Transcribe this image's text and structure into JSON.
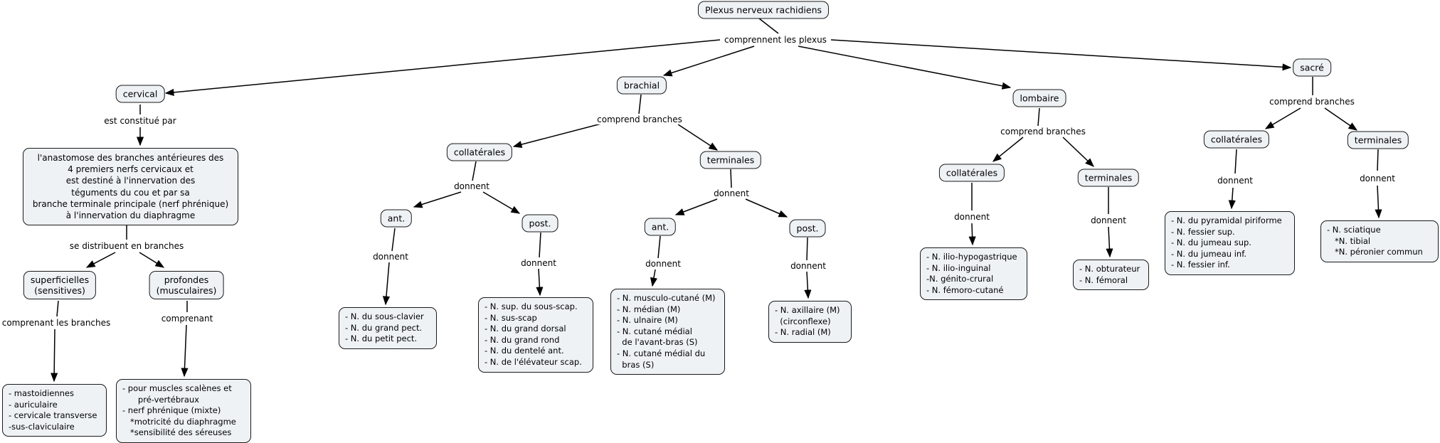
{
  "colors": {
    "node_fill": "#eef2f5",
    "node_border": "#1a1a1a",
    "line": "#000000",
    "background": "#ffffff"
  },
  "nodes": {
    "root": "Plexus nerveux rachidiens",
    "cervical": "cervical",
    "cervical_desc": "l'anastomose des branches antérieures des\n4 premiers nerfs cervicaux et\nest destiné à l'innervation des\ntéguments du cou et par sa\nbranche terminale principale (nerf phrénique)\nà l'innervation du diaphragme",
    "superficielles": "superficielles\n(sensitives)",
    "profondes": "profondes\n(musculaires)",
    "cerv_superf_leaf": "- mastoidiennes\n- auriculaire\n- cervicale transverse\n-sus-claviculaire",
    "cerv_prof_leaf": "- pour muscles scalènes et\n      pré-vertébraux\n- nerf phrénique (mixte)\n   *motricité du diaphragme\n   *sensibilité des séreuses",
    "brachial": "brachial",
    "brach_collat": "collatérales",
    "brach_term": "terminales",
    "brach_collat_ant": "ant.",
    "brach_collat_post": "post.",
    "brach_collat_ant_leaf": "- N. du sous-clavier\n- N. du grand pect.\n- N. du petit pect.",
    "brach_collat_post_leaf": "- N. sup. du sous-scap.\n- N. sus-scap\n- N. du grand dorsal\n- N. du grand rond\n- N. du dentelé ant.\n- N. de l'élévateur scap.",
    "brach_term_ant": "ant.",
    "brach_term_post": "post.",
    "brach_term_ant_leaf": "- N. musculo-cutané (M)\n- N. médian (M)\n- N. ulnaire (M)\n- N. cutané médial\n  de l'avant-bras (S)\n- N. cutané médial du\n  bras (S)",
    "brach_term_post_leaf": "- N. axillaire (M)\n  (circonflexe)\n- N. radial (M)",
    "lombaire": "lombaire",
    "lomb_collat": "collatérales",
    "lomb_term": "terminales",
    "lomb_collat_leaf": "- N. ilio-hypogastrique\n- N. ilio-inguinal\n-N. génito-crural\n- N. fémoro-cutané",
    "lomb_term_leaf": "- N. obturateur\n- N. fémoral",
    "sacre": "sacré",
    "sacre_collat": "collatérales",
    "sacre_term": "terminales",
    "sacre_collat_leaf": "- N. du pyramidal piriforme\n- N. fessier sup.\n- N. du jumeau sup.\n- N. du jumeau inf.\n- N. fessier inf.",
    "sacre_term_leaf": "- N. sciatique\n   *N. tibial\n   *N. péronier commun"
  },
  "labels": {
    "comprennent": "comprennent les plexus",
    "est_constitue": "est constitué par",
    "se_distribuent": "se distribuent en branches",
    "comprenant_les_branches": "comprenant les branches",
    "comprenant": "comprenant",
    "comprend_branches_brachial": "comprend branches",
    "comprend_branches_lombaire": "comprend branches",
    "comprend_branches_sacre": "comprend branches",
    "donnent_brach_collat": "donnent",
    "donnent_brach_term": "donnent",
    "donnent_brach_collat_ant": "donnent",
    "donnent_brach_collat_post": "donnent",
    "donnent_brach_term_ant": "donnent",
    "donnent_brach_term_post": "donnent",
    "donnent_lomb_collat": "donnent",
    "donnent_lomb_term": "donnent",
    "donnent_sacre_collat": "donnent",
    "donnent_sacre_term": "donnent"
  }
}
